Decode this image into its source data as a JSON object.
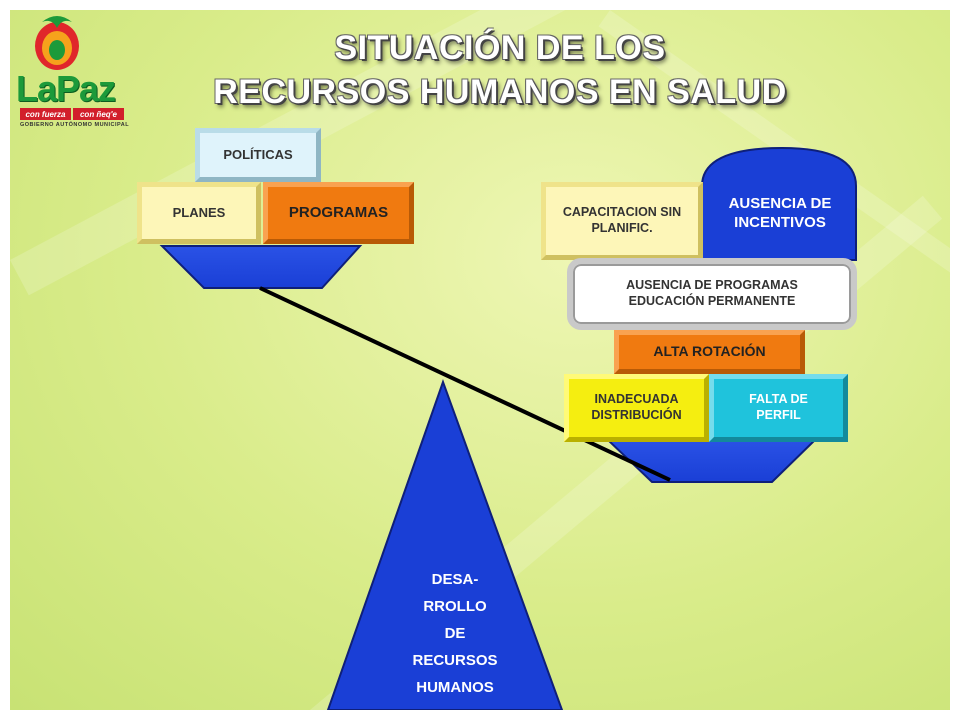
{
  "title": {
    "line1": "SITUACIÓN DE LOS",
    "line2": "RECURSOS HUMANOS EN SALUD"
  },
  "logo": {
    "name": "LaPaz",
    "tagline_left": "con fuerza",
    "tagline_right": "con ñeq'e",
    "subtitle": "GOBIERNO AUTÓNOMO MUNICIPAL"
  },
  "left_pan": {
    "politicas": "POLÍTICAS",
    "planes": "PLANES",
    "programas": "PROGRAMAS"
  },
  "right_pan": {
    "capacitacion": "CAPACITACION SIN PLANIFIC.",
    "ausencia_incentivos": "AUSENCIA DE INCENTIVOS",
    "ausencia_programas": "AUSENCIA DE PROGRAMAS EDUCACIÓN PERMANENTE",
    "alta_rotacion": "ALTA ROTACIÓN",
    "inadecuada": "INADECUADA DISTRIBUCIÓN",
    "falta_perfil": "FALTA DE PERFIL"
  },
  "fulcrum": {
    "label": "DESA-\nRROLLO\nDE\nRECURSOS\nHUMANOS"
  },
  "colors": {
    "blue": "#1a3fd6",
    "orange": "#f07a10",
    "yellow": "#f5ee10",
    "cyan": "#1fc3dc",
    "cream": "#fdf6b8",
    "light_blue": "#dff3fb"
  }
}
